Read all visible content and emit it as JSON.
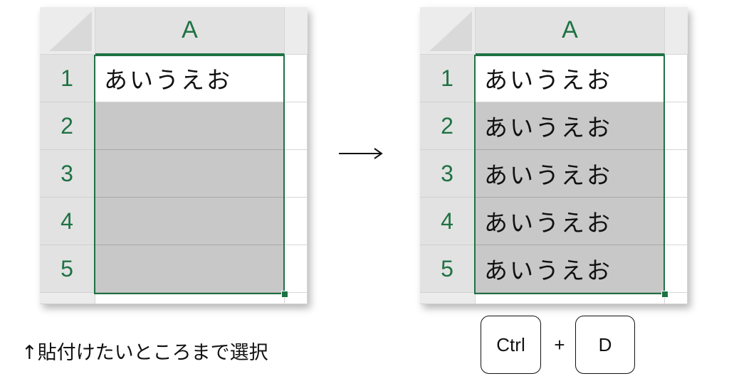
{
  "column_header": "A",
  "row_headers": [
    "1",
    "2",
    "3",
    "4",
    "5"
  ],
  "before": {
    "cells": [
      "あいうえお",
      "",
      "",
      "",
      ""
    ]
  },
  "after": {
    "cells": [
      "あいうえお",
      "あいうえお",
      "あいうえお",
      "あいうえお",
      "あいうえお"
    ]
  },
  "caption": "↑貼付けたいところまで選択",
  "shortcut": {
    "key1": "Ctrl",
    "plus": "+",
    "key2": "D"
  },
  "colors": {
    "accent": "#1f7244",
    "selection": "#c8c8c8"
  },
  "icons": {
    "arrow": "right-arrow-icon",
    "fill_handle": "fill-handle-icon"
  }
}
